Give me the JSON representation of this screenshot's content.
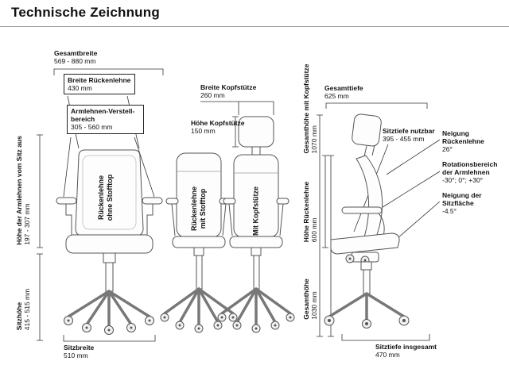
{
  "title": "Technische Zeichnung",
  "dims": {
    "gesamtbreite": {
      "label": "Gesamtbreite",
      "value": "569 - 880 mm"
    },
    "breite_rueckenlehne": {
      "label": "Breite Rückenlehne",
      "value": "430 mm"
    },
    "armlehnen_verstellbereich": {
      "label": "Armlehnen-Verstell-bereich",
      "value": "305 - 560 mm"
    },
    "hoehe_armlehnen": {
      "label": "Höhe der Armlehnen vom Sitz aus",
      "value": "197 - 307 mm"
    },
    "sitzhoehe": {
      "label": "Sitzhöhe",
      "value": "415 - 515 mm"
    },
    "sitzbreite": {
      "label": "Sitzbreite",
      "value": "510 mm"
    },
    "breite_kopfstuetze": {
      "label": "Breite Kopfstütze",
      "value": "260 mm"
    },
    "hoehe_kopfstuetze": {
      "label": "Höhe Kopfstütze",
      "value": "150 mm"
    },
    "gesamttiefe": {
      "label": "Gesamttiefe",
      "value": "625 mm"
    },
    "sitztiefe_nutzbar": {
      "label": "Sitztiefe nutzbar",
      "value": "395 - 455 mm"
    },
    "neigung_rueckenlehne": {
      "label": "Neigung Rückenlehne",
      "value": "26°"
    },
    "rotationsbereich_armlehnen": {
      "label": "Rotationsbereich der Armlehnen",
      "value": "-30°; 0°; +30°"
    },
    "neigung_sitzflaeche": {
      "label": "Neigung der Sitzfläche",
      "value": "-4.5°"
    },
    "gesamthoehe_mit_kopfstuetze": {
      "label": "Gesamthöhe mit Kopfstütze",
      "value": "1070 mm"
    },
    "hoehe_rueckenlehne": {
      "label": "Höhe Rückenlehne",
      "value": "600 mm"
    },
    "gesamthoehe": {
      "label": "Gesamthöhe",
      "value": "1030 mm"
    },
    "sitztiefe_insgesamt": {
      "label": "Sitztiefe insgesamt",
      "value": "470 mm"
    }
  },
  "views": {
    "front": {
      "line1": "Rückenlehne",
      "line2": "ohne Stofftop"
    },
    "back_stofftop": {
      "line1": "Rückenlehne",
      "line2": "mit Stofftop"
    },
    "back_headrest": {
      "line1": "Mit Kopfstütze"
    }
  }
}
